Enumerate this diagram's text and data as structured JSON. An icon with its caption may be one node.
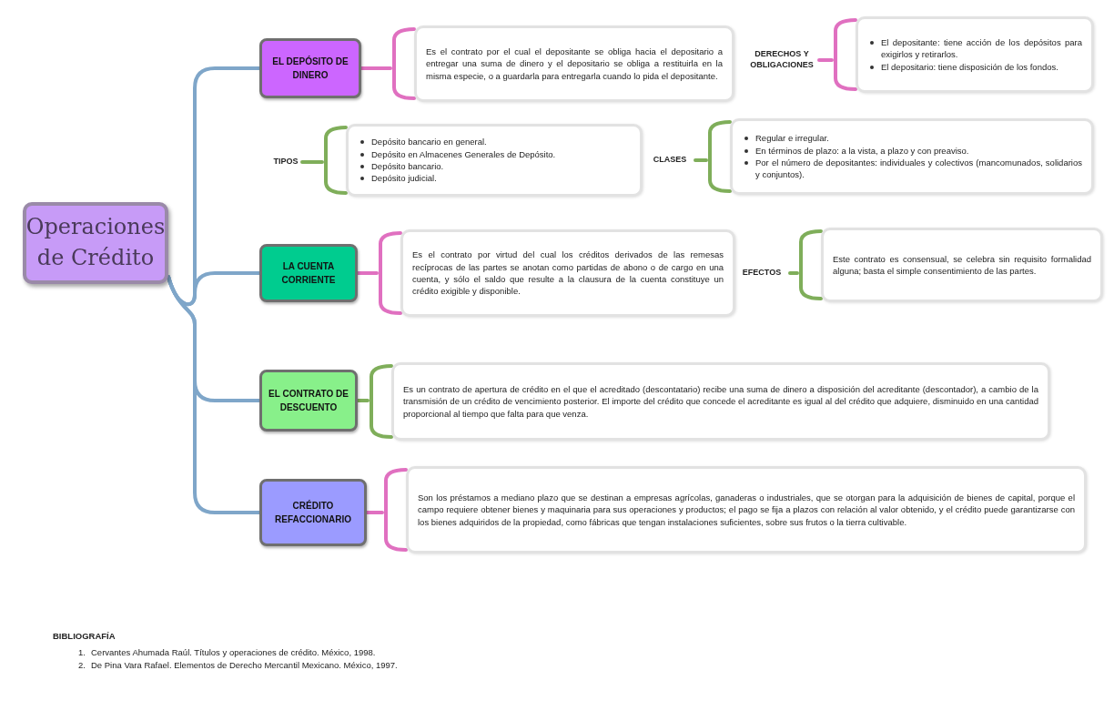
{
  "diagram": {
    "nodes": [
      {
        "text": [
          "Operaciones de Crédito"
        ]
      },
      {
        "text": [
          "EL DEPÓSITO DE DINERO"
        ]
      },
      {
        "text": [
          "Es el contrato por el cual el depositante se obliga hacia el depositario a entregar una suma de dinero y el depositario se obliga a restituirla en la misma especie, o a guardarla para entregarla cuando lo pida el depositante."
        ]
      },
      {
        "text": [
          "DERECHOS Y OBLIGACIONES"
        ]
      },
      {
        "text": [
          "El depositante: tiene acción de los depósitos para exigirlos y retirarlos.",
          "El depositario: tiene disposición de los fondos."
        ]
      },
      {
        "text": [
          "TIPOS"
        ]
      },
      {
        "text": [
          "Depósito bancario en general.",
          "Depósito en Almacenes Generales de Depósito.",
          "Depósito bancario.",
          "Depósito judicial."
        ]
      },
      {
        "text": [
          "CLASES"
        ]
      },
      {
        "text": [
          "Regular e irregular.",
          "En términos de plazo: a la vista, a plazo y con preaviso.",
          "Por el número de depositantes: individuales y colectivos (mancomunados, solidarios y conjuntos)."
        ]
      },
      {
        "text": [
          "LA CUENTA CORRIENTE"
        ]
      },
      {
        "text": [
          "Es el contrato por virtud del cual los créditos derivados de las remesas recíprocas de las partes se anotan como partidas de abono o de cargo en una cuenta, y sólo el saldo que resulte a la clausura de la cuenta constituye un crédito exigible y disponible."
        ]
      },
      {
        "text": [
          "EFECTOS"
        ]
      },
      {
        "text": [
          "Este contrato es consensual, se celebra sin requisito formalidad alguna; basta el simple consentimiento de las partes."
        ]
      },
      {
        "text": [
          "EL CONTRATO DE DESCUENTO"
        ]
      },
      {
        "text": [
          "Es un contrato de apertura de crédito en el que el acreditado (descontatario) recibe una suma de dinero a disposición del acreditante (descontador), a cambio de la transmisión de un crédito de vencimiento posterior. El importe del crédito que concede el acreditante es igual al del crédito que adquiere, disminuido en una cantidad proporcional al tiempo que falta para que venza."
        ]
      },
      {
        "text": [
          "CRÉDITO REFACCIONARIO"
        ]
      },
      {
        "text": [
          "Son los préstamos a mediano plazo que se destinan a empresas agrícolas, ganaderas o industriales, que se otorgan para la adquisición de bienes de capital, porque el campo requiere obtener bienes y maquinaria para sus operaciones y productos; el pago se fija a plazos con relación al valor obtenido, y el crédito puede garantizarse con los bienes adquiridos de la propiedad, como fábricas que tengan instalaciones suficientes, sobre sus frutos o la tierra cultivable."
        ]
      }
    ],
    "edges": [
      {
        "from": 0,
        "to": 1,
        "arrow": "none",
        "color": "#7fa6c9"
      },
      {
        "from": 0,
        "to": 9,
        "arrow": "none",
        "color": "#7fa6c9"
      },
      {
        "from": 0,
        "to": 13,
        "arrow": "none",
        "color": "#7fa6c9"
      },
      {
        "from": 0,
        "to": 15,
        "arrow": "none",
        "color": "#7fa6c9"
      },
      {
        "from": 1,
        "to": 2,
        "arrow": "none",
        "color": "#e070c0"
      },
      {
        "from": 3,
        "to": 4,
        "arrow": "none",
        "color": "#e070c0"
      },
      {
        "from": 5,
        "to": 6,
        "arrow": "none",
        "color": "#7fae5a"
      },
      {
        "from": 7,
        "to": 8,
        "arrow": "none",
        "color": "#7fae5a"
      },
      {
        "from": 9,
        "to": 10,
        "arrow": "none",
        "color": "#e070c0"
      },
      {
        "from": 11,
        "to": 12,
        "arrow": "none",
        "color": "#7fae5a"
      },
      {
        "from": 13,
        "to": 14,
        "arrow": "none",
        "color": "#7fae5a"
      },
      {
        "from": 15,
        "to": 16,
        "arrow": "none",
        "color": "#e070c0"
      }
    ],
    "labels": [
      "BIBLIOGRAFÍA",
      "1.",
      "Cervantes Ahumada Raúl. Títulos y operaciones de crédito. México, 1998.",
      "2.",
      "De Pina Vara Rafael. Elementos de Derecho Mercantil Mexicano. México, 1997."
    ]
  }
}
